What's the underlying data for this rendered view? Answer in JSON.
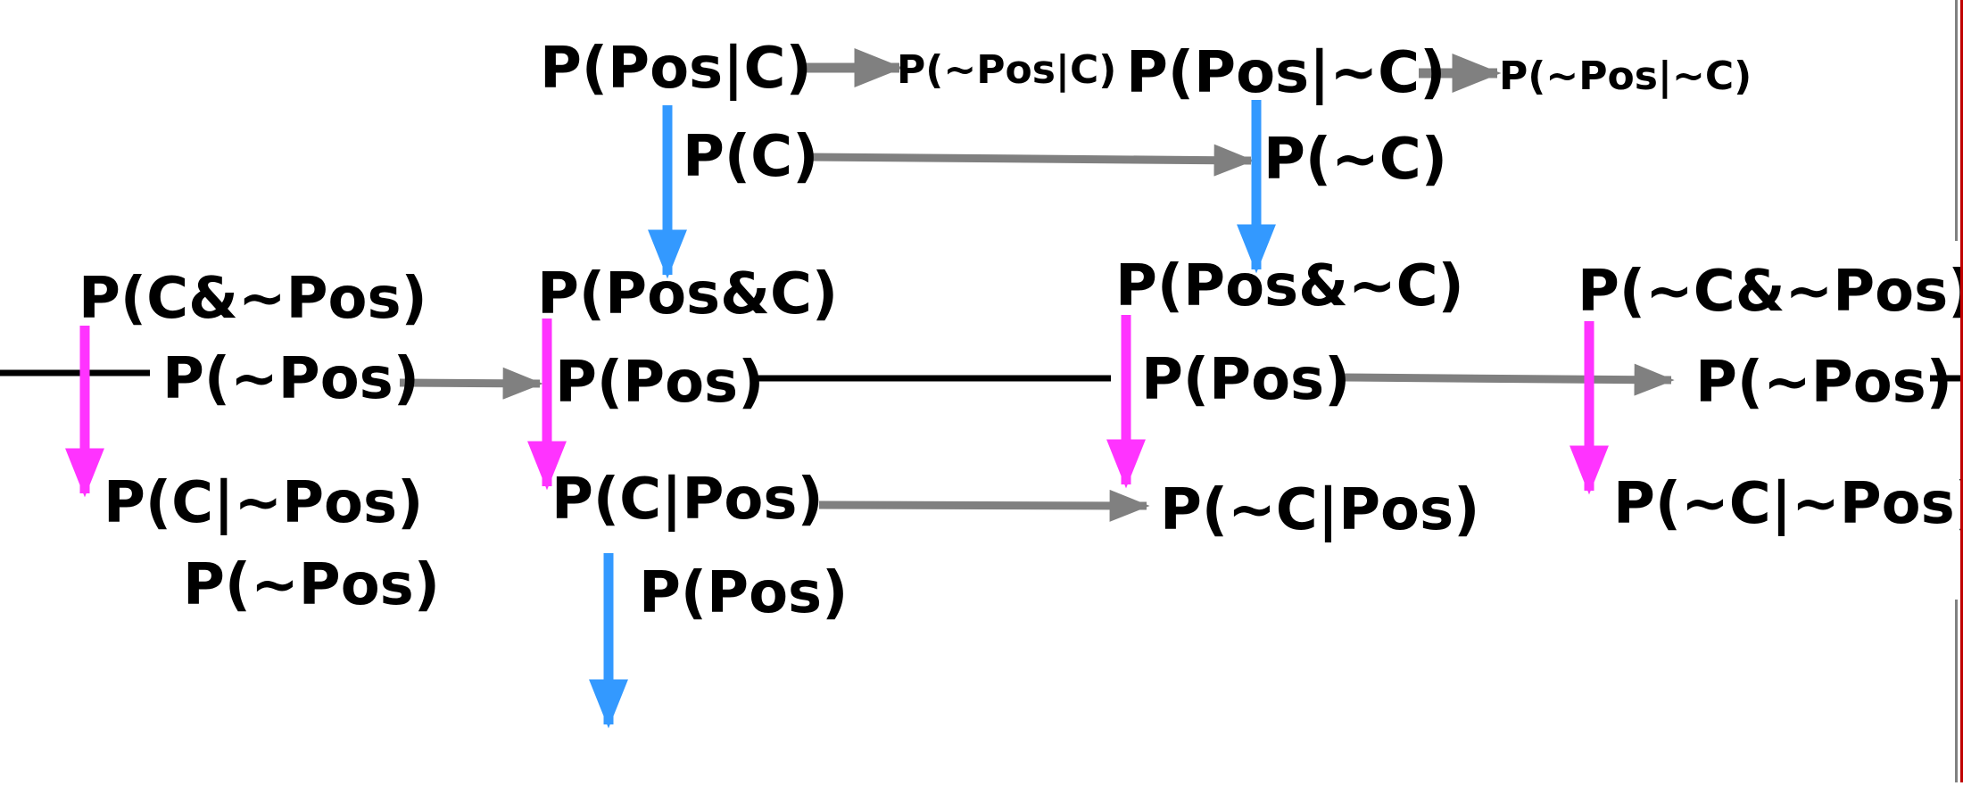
{
  "colors": {
    "blue": "#3399ff",
    "magenta": "#ff33ff",
    "gray": "#808080",
    "black": "#000000"
  },
  "labels": {
    "p_pos_given_c": "P(Pos|C)",
    "p_notpos_given_c": "P(~Pos|C)",
    "p_pos_given_notc": "P(Pos|~C)",
    "p_notpos_given_notc": "P(~Pos|~C)",
    "p_c": "P(C)",
    "p_notc": "P(~C)",
    "p_c_and_notpos": "P(C&~Pos)",
    "p_pos_and_c": "P(Pos&C)",
    "p_pos_and_notc": "P(Pos&~C)",
    "p_notc_and_notpos": "P(~C&~Pos)",
    "p_notpos_1": "P(~Pos)",
    "p_pos_1": "P(Pos)",
    "p_pos_2": "P(Pos)",
    "p_notpos_2": "P(~Pos)",
    "p_c_given_notpos": "P(C|~Pos)",
    "p_c_given_pos": "P(C|Pos)",
    "p_notc_given_pos": "P(~C|Pos)",
    "p_notc_given_notpos": "P(~C|~Pos)",
    "p_notpos_3": "P(~Pos)",
    "p_pos_3": "P(Pos)"
  }
}
